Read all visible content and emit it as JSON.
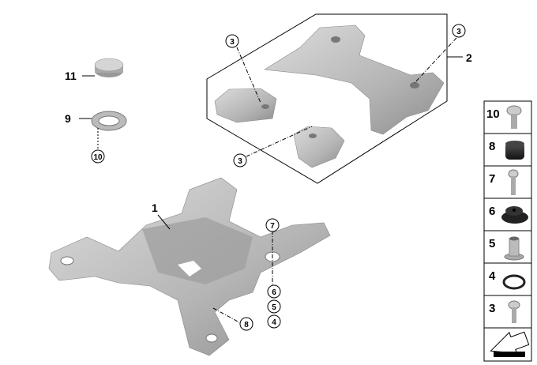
{
  "diagram": {
    "callouts": {
      "part_11": "11",
      "part_9": "9",
      "part_10_circ": "10",
      "part_3_top_left": "3",
      "part_3_top_right": "3",
      "part_3_bottom": "3",
      "part_2": "2",
      "part_1": "1",
      "part_7_circ": "7",
      "part_6_circ": "6",
      "part_5_circ": "5",
      "part_4_circ": "4",
      "part_8_circ": "8"
    },
    "side_panel": [
      {
        "label": "10",
        "icon": "torx-screw-icon"
      },
      {
        "label": "8",
        "icon": "rubber-grommet-icon"
      },
      {
        "label": "7",
        "icon": "torx-bolt-icon"
      },
      {
        "label": "6",
        "icon": "rubber-mount-icon"
      },
      {
        "label": "5",
        "icon": "sleeve-icon"
      },
      {
        "label": "4",
        "icon": "o-ring-icon"
      },
      {
        "label": "3",
        "icon": "torx-screw-icon"
      },
      {
        "label": "",
        "icon": "arrow-icon"
      }
    ]
  }
}
